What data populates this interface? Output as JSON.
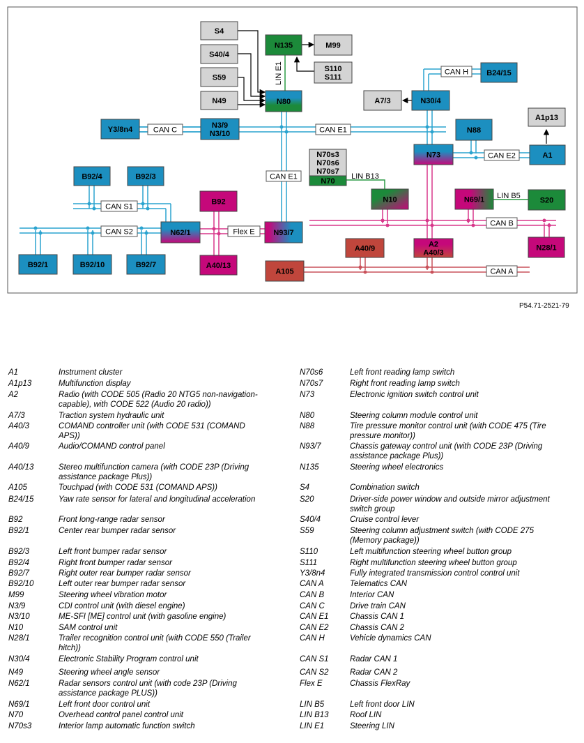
{
  "colors": {
    "blue": "#1c8fc0",
    "gray": "#d4d4d4",
    "green": "#1c8a3a",
    "magenta": "#c5087a",
    "red": "#c0463c",
    "bus_blue": "#2aa3cf",
    "bus_magenta": "#d8378a",
    "bus_red": "#c9515a",
    "lin_green": "#2a9a44"
  },
  "diagram": {
    "reference": "P54.71-2521-79",
    "nodes": [
      {
        "id": "S4",
        "label": "S4",
        "fill": "gray",
        "icon": "component-box"
      },
      {
        "id": "S40_4",
        "label": "S40/4",
        "fill": "gray"
      },
      {
        "id": "S59",
        "label": "S59",
        "fill": "gray"
      },
      {
        "id": "N49",
        "label": "N49",
        "fill": "gray"
      },
      {
        "id": "N135",
        "label": "N135",
        "fill": "green"
      },
      {
        "id": "M99",
        "label": "M99",
        "fill": "gray"
      },
      {
        "id": "S110_S111",
        "label": "S110\nS111",
        "fill": "gray"
      },
      {
        "id": "N80",
        "label": "N80",
        "fill": "blue-green"
      },
      {
        "id": "N30_4",
        "label": "N30/4",
        "fill": "blue"
      },
      {
        "id": "A7_3",
        "label": "A7/3",
        "fill": "gray"
      },
      {
        "id": "B24_15",
        "label": "B24/15",
        "fill": "blue"
      },
      {
        "id": "Y3_8n4",
        "label": "Y3/8n4",
        "fill": "blue"
      },
      {
        "id": "N3_9",
        "label": "N3/9\nN3/10",
        "fill": "blue"
      },
      {
        "id": "A1p13",
        "label": "A1p13",
        "fill": "gray"
      },
      {
        "id": "N88",
        "label": "N88",
        "fill": "blue"
      },
      {
        "id": "N73",
        "label": "N73",
        "fill": "blue-magenta"
      },
      {
        "id": "A1",
        "label": "A1",
        "fill": "blue"
      },
      {
        "id": "N70s",
        "label": "N70s3\nN70s6\nN70s7",
        "fill": "gray"
      },
      {
        "id": "N70",
        "label": "N70",
        "fill": "green"
      },
      {
        "id": "B92_4",
        "label": "B92/4",
        "fill": "blue"
      },
      {
        "id": "B92_3",
        "label": "B92/3",
        "fill": "blue"
      },
      {
        "id": "B92",
        "label": "B92",
        "fill": "magenta"
      },
      {
        "id": "N10",
        "label": "N10",
        "fill": "green-magenta"
      },
      {
        "id": "N69_1",
        "label": "N69/1",
        "fill": "magenta-green"
      },
      {
        "id": "S20",
        "label": "S20",
        "fill": "green"
      },
      {
        "id": "N62_1",
        "label": "N62/1",
        "fill": "blue-magenta"
      },
      {
        "id": "N93_7",
        "label": "N93/7",
        "fill": "magenta-blue"
      },
      {
        "id": "N28_1",
        "label": "N28/1",
        "fill": "magenta"
      },
      {
        "id": "A40_9",
        "label": "A40/9",
        "fill": "red"
      },
      {
        "id": "A2",
        "label": "A2\nA40/3",
        "fill": "magenta-red"
      },
      {
        "id": "B92_1",
        "label": "B92/1",
        "fill": "blue"
      },
      {
        "id": "B92_10",
        "label": "B92/10",
        "fill": "blue"
      },
      {
        "id": "B92_7",
        "label": "B92/7",
        "fill": "blue"
      },
      {
        "id": "A40_13",
        "label": "A40/13",
        "fill": "magenta"
      },
      {
        "id": "A105",
        "label": "A105",
        "fill": "red"
      }
    ],
    "bus_labels": {
      "can_h": "CAN H",
      "can_c": "CAN C",
      "can_e1_top": "CAN E1",
      "can_e1_vert": "CAN E1",
      "can_e2": "CAN E2",
      "can_s1": "CAN S1",
      "can_s2": "CAN S2",
      "flex_e": "Flex E",
      "can_b": "CAN B",
      "can_a": "CAN A",
      "lin_e1": "LIN E1",
      "lin_b13": "LIN B13",
      "lin_b5": "LIN B5"
    }
  },
  "legend": [
    {
      "code": "A1",
      "desc": "Instrument cluster"
    },
    {
      "code": "A1p13",
      "desc": "Multifunction display"
    },
    {
      "code": "A2",
      "desc": "Radio (with CODE 505 (Radio 20 NTG5 non-navigation-\ncapable), with CODE 522 (Audio 20 radio))"
    },
    {
      "code": "A7/3",
      "desc": "Traction system hydraulic unit"
    },
    {
      "code": "A40/3",
      "desc": "COMAND controller unit (with CODE 531 (COMAND\nAPS))"
    },
    {
      "code": "A40/9",
      "desc": "Audio/COMAND control panel"
    },
    {
      "code": "A40/13",
      "desc": "Stereo multifunction camera (with CODE 23P (Driving\nassistance package Plus))"
    },
    {
      "code": "A105",
      "desc": "Touchpad (with CODE 531 (COMAND APS))"
    },
    {
      "code": "B24/15",
      "desc": "Yaw rate sensor for lateral and longitudinal acceleration"
    },
    {
      "code": "B92",
      "desc": "Front long-range radar sensor"
    },
    {
      "code": "B92/1",
      "desc": "Center rear bumper radar sensor"
    },
    {
      "code": "B92/3",
      "desc": "Left front bumper radar sensor"
    },
    {
      "code": "B92/4",
      "desc": "Right front bumper radar sensor"
    },
    {
      "code": "B92/7",
      "desc": "Right outer rear bumper radar sensor"
    },
    {
      "code": "B92/10",
      "desc": "Left outer rear bumper radar sensor"
    },
    {
      "code": "M99",
      "desc": "Steering wheel vibration motor"
    },
    {
      "code": "N3/9",
      "desc": "CDI control unit (with diesel engine)"
    },
    {
      "code": "N3/10",
      "desc": "ME-SFI [ME] control unit (with gasoline engine)"
    },
    {
      "code": "N10",
      "desc": "SAM control unit"
    },
    {
      "code": "N28/1",
      "desc": "Trailer recognition control unit (with CODE 550 (Trailer\nhitch))"
    },
    {
      "code": "N30/4",
      "desc": "Electronic Stability Program control unit"
    },
    {
      "code": "N49",
      "desc": "Steering wheel angle sensor"
    },
    {
      "code": "N62/1",
      "desc": "Radar sensors control unit (with code 23P (Driving\nassistance package PLUS))"
    },
    {
      "code": "N69/1",
      "desc": "Left front door control unit"
    },
    {
      "code": "N70",
      "desc": "Overhead control panel control unit"
    },
    {
      "code": "N70s3",
      "desc": "Interior lamp automatic function switch"
    },
    {
      "code": "N70s6",
      "desc": "Left front reading lamp switch"
    },
    {
      "code": "N70s7",
      "desc": "Right front reading lamp switch"
    },
    {
      "code": "N73",
      "desc": "Electronic ignition switch control unit"
    },
    {
      "code": "N80",
      "desc": "Steering column module control unit"
    },
    {
      "code": "N88",
      "desc": "Tire pressure monitor control unit (with CODE 475 (Tire\npressure monitor))"
    },
    {
      "code": "N93/7",
      "desc": "Chassis gateway control unit (with CODE 23P (Driving\nassistance package Plus))"
    },
    {
      "code": "N135",
      "desc": "Steering wheel electronics"
    },
    {
      "code": "S4",
      "desc": "Combination switch"
    },
    {
      "code": "S20",
      "desc": "Driver-side power window and outside mirror adjustment\nswitch group"
    },
    {
      "code": "S40/4",
      "desc": "Cruise control lever"
    },
    {
      "code": "S59",
      "desc": "Steering column adjustment switch (with CODE 275\n(Memory package))"
    },
    {
      "code": "S110",
      "desc": "Left multifunction steering wheel button group"
    },
    {
      "code": "S111",
      "desc": "Right multifunction steering wheel button group"
    },
    {
      "code": "Y3/8n4",
      "desc": "Fully integrated transmission control control unit"
    },
    {
      "code": "CAN A",
      "desc": "Telematics CAN"
    },
    {
      "code": "CAN B",
      "desc": "Interior CAN"
    },
    {
      "code": "CAN C",
      "desc": "Drive train CAN"
    },
    {
      "code": "CAN E1",
      "desc": "Chassis CAN 1"
    },
    {
      "code": "CAN E2",
      "desc": "Chassis CAN 2"
    },
    {
      "code": "CAN H",
      "desc": "Vehicle dynamics CAN"
    },
    {
      "code": "CAN S1",
      "desc": "Radar CAN 1"
    },
    {
      "code": "CAN S2",
      "desc": "Radar CAN 2"
    },
    {
      "code": "Flex E",
      "desc": "Chassis FlexRay"
    },
    {
      "code": "LIN B5",
      "desc": "Left front door LIN"
    },
    {
      "code": "LIN B13",
      "desc": "Roof LIN"
    },
    {
      "code": "LIN E1",
      "desc": "Steering LIN"
    }
  ]
}
